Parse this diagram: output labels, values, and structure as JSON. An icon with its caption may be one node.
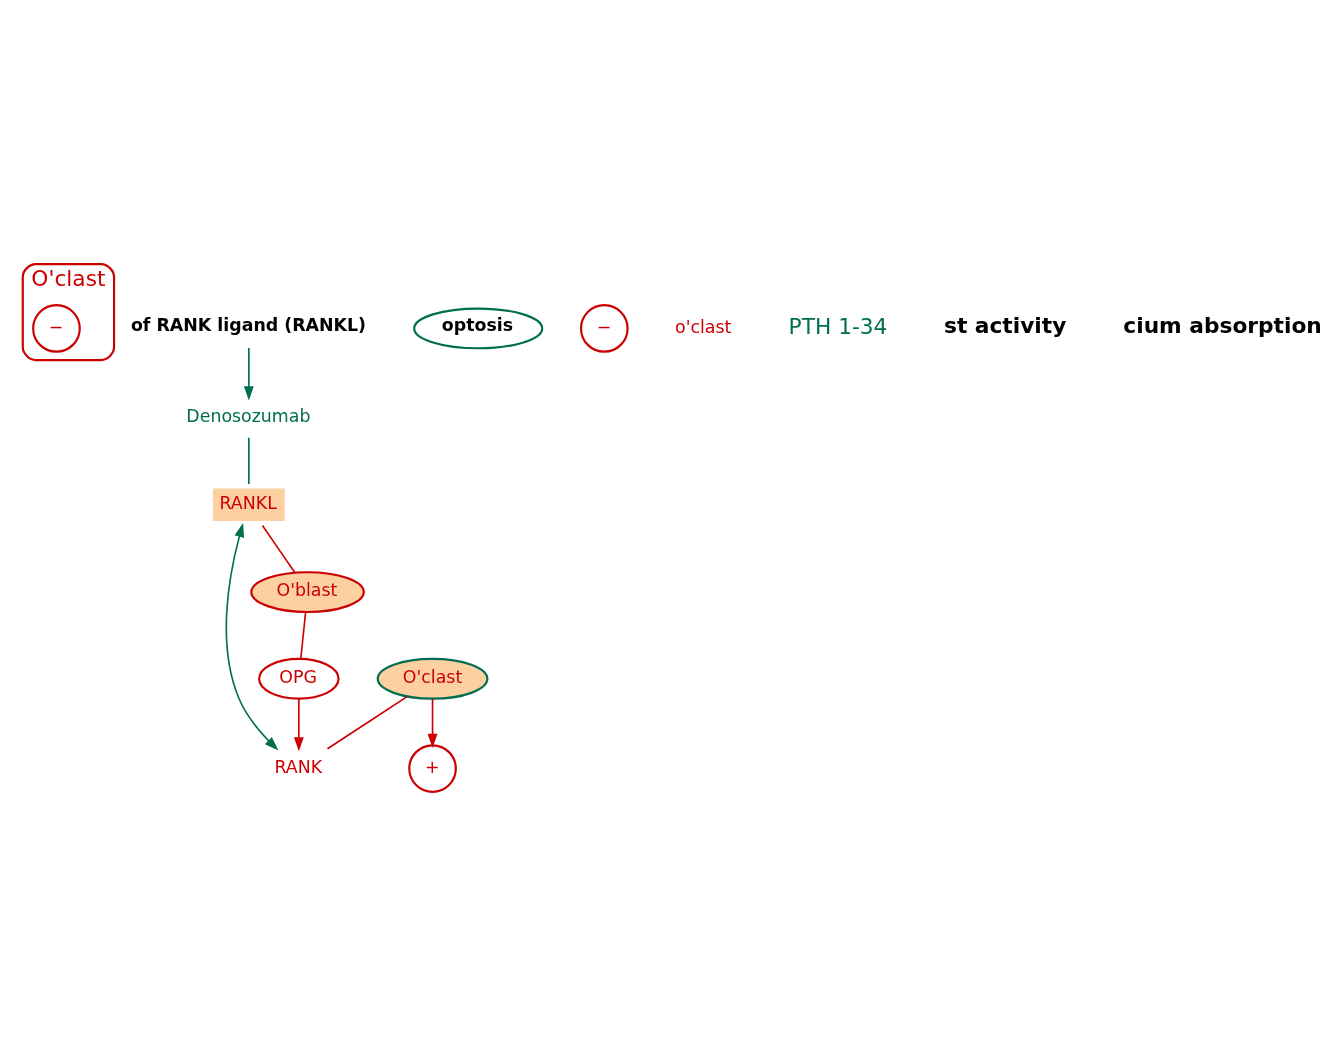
{
  "diagram": {
    "nodes": [
      {
        "text": [
          "O'clast"
        ]
      },
      {
        "text": [
          "−"
        ],
        "in": 0
      },
      {
        "text": [
          "of RANK ligand (RANKL)"
        ]
      },
      {
        "text": [
          "optosis"
        ]
      },
      {
        "text": [
          "Denosozumab"
        ]
      },
      {
        "text": [
          "O'clast"
        ]
      },
      {
        "text": [
          "+"
        ]
      },
      {
        "text": [
          "RANK"
        ]
      },
      {
        "text": [
          "RANKL"
        ]
      },
      {
        "text": [
          "O'blast"
        ]
      },
      {
        "text": [
          "OPG"
        ]
      },
      {
        "text": [
          "−"
        ],
        "beside": [
          "o'clast"
        ]
      }
    ],
    "edges": [
      {
        "from": 2,
        "to": 4,
        "arrow": "to",
        "color": "#006e50"
      },
      {
        "from": 4,
        "to": 8,
        "arrow": "none",
        "color": "#006e50"
      },
      {
        "from": 5,
        "to": 6,
        "arrow": "to"
      },
      {
        "from": 5,
        "to": 7,
        "arrow": "none"
      },
      {
        "from": 7,
        "to": 8,
        "arrow": "both",
        "color": "#006e50"
      },
      {
        "from": 8,
        "to": 9,
        "arrow": "none"
      },
      {
        "from": 9,
        "to": 10,
        "arrow": "none"
      },
      {
        "from": 10,
        "to": 7,
        "arrow": "to"
      }
    ],
    "labels": [
      "PTH 1-34",
      "st activity",
      "cium absorption"
    ]
  }
}
